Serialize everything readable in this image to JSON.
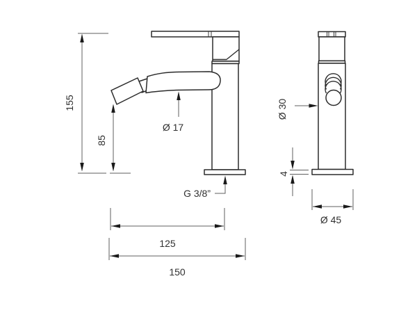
{
  "drawing": {
    "colors": {
      "background": "#ffffff",
      "object_line": "#2b2b2b",
      "dimension_line": "#5f5f5f",
      "text": "#303030"
    },
    "labels": {
      "total_height": "155",
      "spout_height": "85",
      "spout_diameter": "Ø 17",
      "inlet_connection": "G 3/8”",
      "spout_reach": "125",
      "overall_reach": "150",
      "body_diameter": "Ø 30",
      "base_thickness": "4",
      "base_diameter": "Ø 45"
    }
  }
}
